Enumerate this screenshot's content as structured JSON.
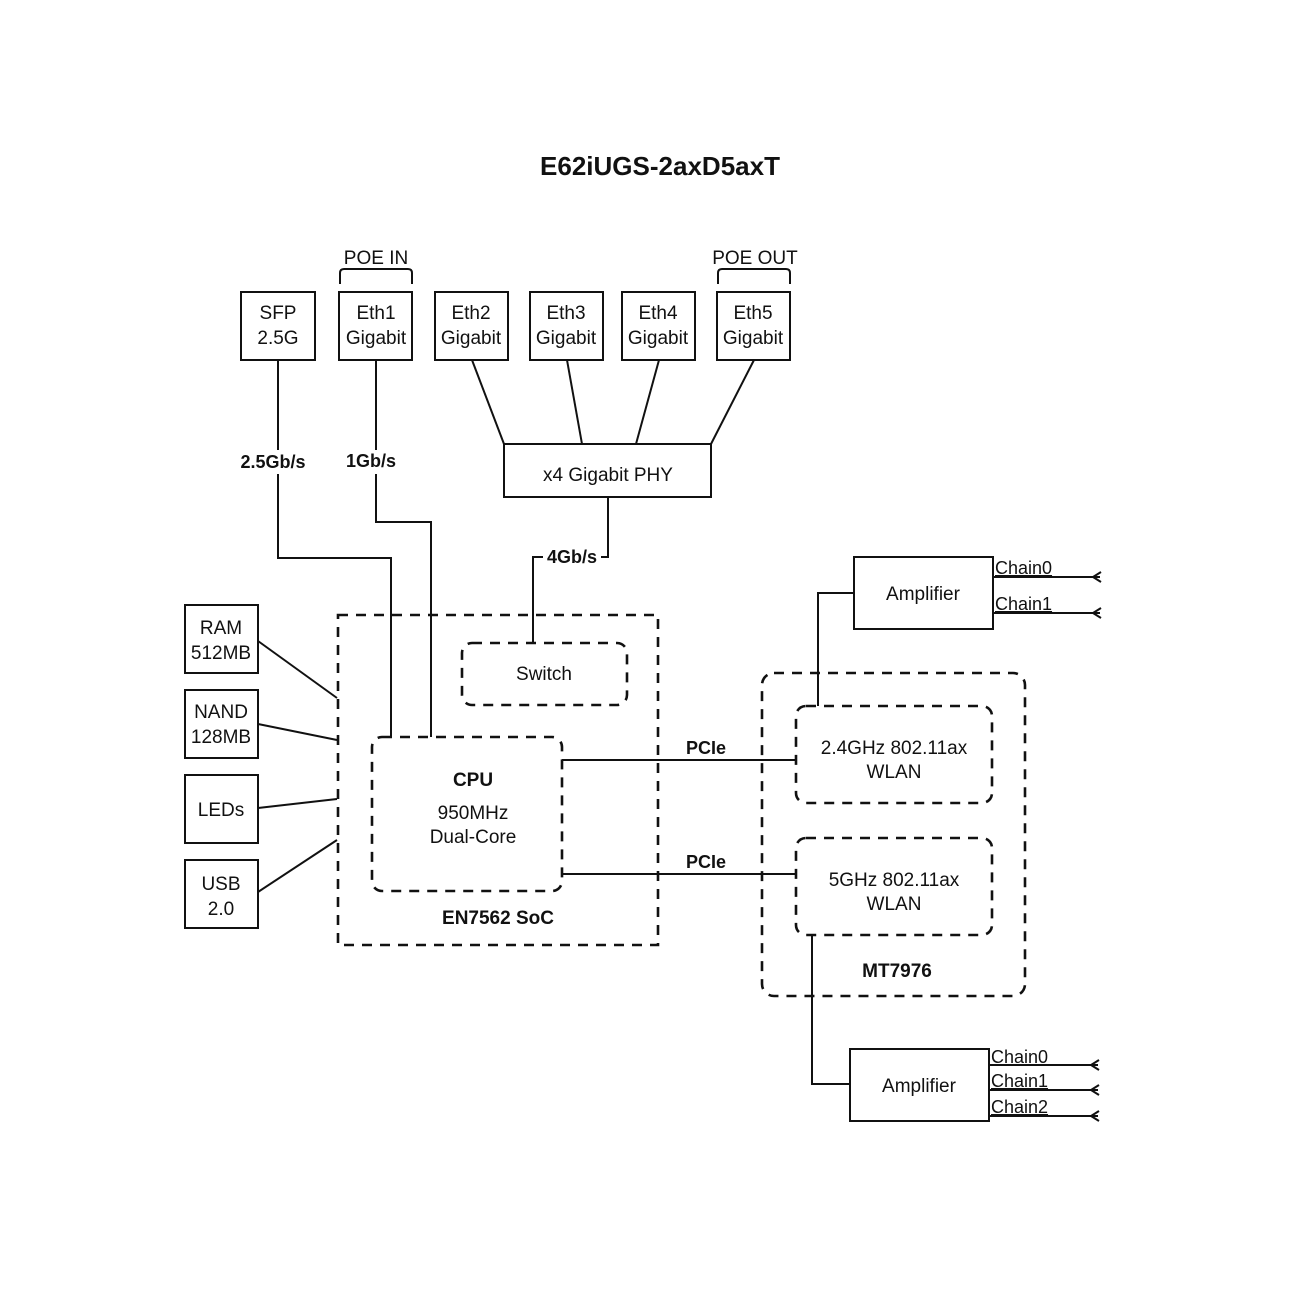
{
  "title": "E62iUGS-2axD5axT",
  "ports": [
    {
      "id": "sfp",
      "line1": "SFP",
      "line2": "2.5G"
    },
    {
      "id": "eth1",
      "line1": "Eth1",
      "line2": "Gigabit"
    },
    {
      "id": "eth2",
      "line1": "Eth2",
      "line2": "Gigabit"
    },
    {
      "id": "eth3",
      "line1": "Eth3",
      "line2": "Gigabit"
    },
    {
      "id": "eth4",
      "line1": "Eth4",
      "line2": "Gigabit"
    },
    {
      "id": "eth5",
      "line1": "Eth5",
      "line2": "Gigabit"
    }
  ],
  "poe_in_label": "POE IN",
  "poe_out_label": "POE OUT",
  "links": {
    "sfp_speed": "2.5Gb/s",
    "eth1_speed": "1Gb/s",
    "phy_speed": "4Gb/s",
    "pcie_top": "PCIe",
    "pcie_bottom": "PCIe"
  },
  "phy_label": "x4 Gigabit PHY",
  "peripherals": [
    {
      "id": "ram",
      "line1": "RAM",
      "line2": "512MB"
    },
    {
      "id": "nand",
      "line1": "NAND",
      "line2": "128MB"
    },
    {
      "id": "leds",
      "line1": "LEDs",
      "line2": ""
    },
    {
      "id": "usb",
      "line1": "USB",
      "line2": "2.0"
    }
  ],
  "soc": {
    "label": "EN7562 SoC",
    "switch_label": "Switch",
    "cpu_title": "CPU",
    "cpu_freq": "950MHz",
    "cpu_cores": "Dual-Core"
  },
  "wlan_chip": {
    "label": "MT7976",
    "radio_24": {
      "line1": "2.4GHz 802.11ax",
      "line2": "WLAN"
    },
    "radio_5": {
      "line1": "5GHz 802.11ax",
      "line2": "WLAN"
    }
  },
  "amplifiers": [
    {
      "id": "amp-24",
      "label": "Amplifier",
      "chains": [
        "Chain0",
        "Chain1"
      ]
    },
    {
      "id": "amp-5",
      "label": "Amplifier",
      "chains": [
        "Chain0",
        "Chain1",
        "Chain2"
      ]
    }
  ]
}
